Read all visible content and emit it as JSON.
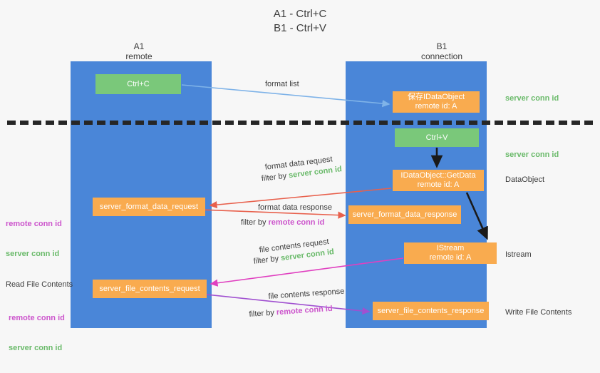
{
  "title": "A1 - Ctrl+C\nB1 - Ctrl+V",
  "columns": {
    "left": {
      "name": "A1",
      "role": "remote",
      "label": "A1\nremote"
    },
    "right": {
      "name": "B1",
      "role": "connection",
      "label": "B1\nconnection"
    }
  },
  "nodes": {
    "ctrl_c": {
      "label": "Ctrl+C",
      "color": "#7ac87a"
    },
    "idataobject_saved": {
      "label": "保存IDataObject\nremote id: A",
      "color": "#f9ab4f"
    },
    "ctrl_v": {
      "label": "Ctrl+V",
      "color": "#7ac87a"
    },
    "idataobject_getdata": {
      "label": "IDataObject::GetData\nremote id: A",
      "color": "#f9ab4f"
    },
    "server_format_data_request": {
      "label": "server_format_data_request",
      "color": "#f9ab4f"
    },
    "server_format_data_response": {
      "label": "server_format_data_response",
      "color": "#f9ab4f"
    },
    "istream": {
      "label": "IStream\nremote id: A",
      "color": "#f9ab4f"
    },
    "server_file_contents_request": {
      "label": "server_file_contents_request",
      "color": "#f9ab4f"
    },
    "server_file_contents_response": {
      "label": "server_file_contents_response",
      "color": "#f9ab4f"
    }
  },
  "edge_labels": {
    "format_list": "format list",
    "format_data_request": "format data request",
    "format_data_request_filter_prefix": "filter by ",
    "format_data_request_filter_value": "server conn id",
    "format_data_response": "format data response",
    "format_data_response_filter_prefix": "filter by ",
    "format_data_response_filter_value": "remote conn id",
    "file_contents_request": "file contents request",
    "file_contents_request_filter_prefix": "filter by ",
    "file_contents_request_filter_value": "server conn id",
    "file_contents_response": "file contents response",
    "file_contents_response_filter_prefix": "filter by ",
    "file_contents_response_filter_value": "remote conn id"
  },
  "side_labels": {
    "right_server_conn_id_top": "server conn id",
    "right_server_conn_id_second": "server conn id",
    "dataobject": "DataObject",
    "istream": "Istream",
    "write_file_contents": "Write File Contents",
    "left_remote_conn_id_mid": "remote conn id",
    "left_server_conn_id_mid": "server conn id",
    "read_file_contents": "Read File Contents",
    "left_remote_conn_id_bottom": "remote conn id",
    "left_server_conn_id_bottom": "server conn id"
  },
  "colors": {
    "lane": "#4a86d8",
    "node_orange": "#f9ab4f",
    "node_green": "#7ac87a",
    "server_conn_id": "#6aba6a",
    "remote_conn_id": "#cc55cc",
    "arrow_blue": "#7fb3e8",
    "arrow_red": "#e8604c",
    "arrow_magenta": "#e040c0",
    "arrow_purple": "#a050d0",
    "arrow_black": "#1a1a1a",
    "divider": "#262626",
    "background": "#f7f7f7",
    "text": "#3c3c3c"
  }
}
